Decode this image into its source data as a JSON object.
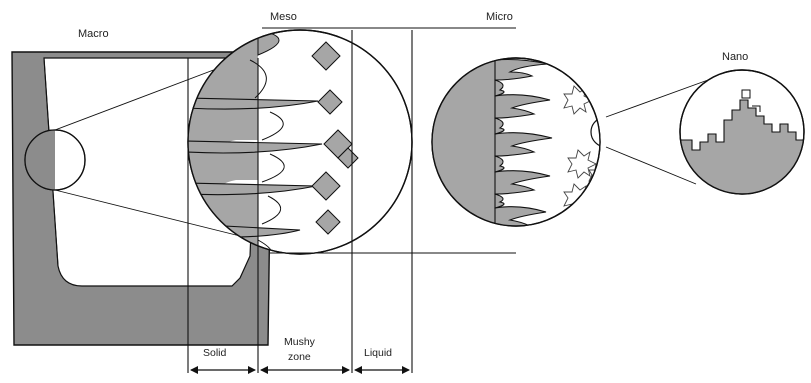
{
  "scales": {
    "macro": "Macro",
    "meso": "Meso",
    "micro": "Micro",
    "nano": "Nano"
  },
  "zones": {
    "solid": "Solid",
    "mushy_line1": "Mushy",
    "mushy_line2": "zone",
    "liquid": "Liquid"
  },
  "colors": {
    "solid_fill": "#a6a6a6",
    "mold_fill": "#8c8c8c",
    "outline": "#111111",
    "background": "#ffffff"
  }
}
